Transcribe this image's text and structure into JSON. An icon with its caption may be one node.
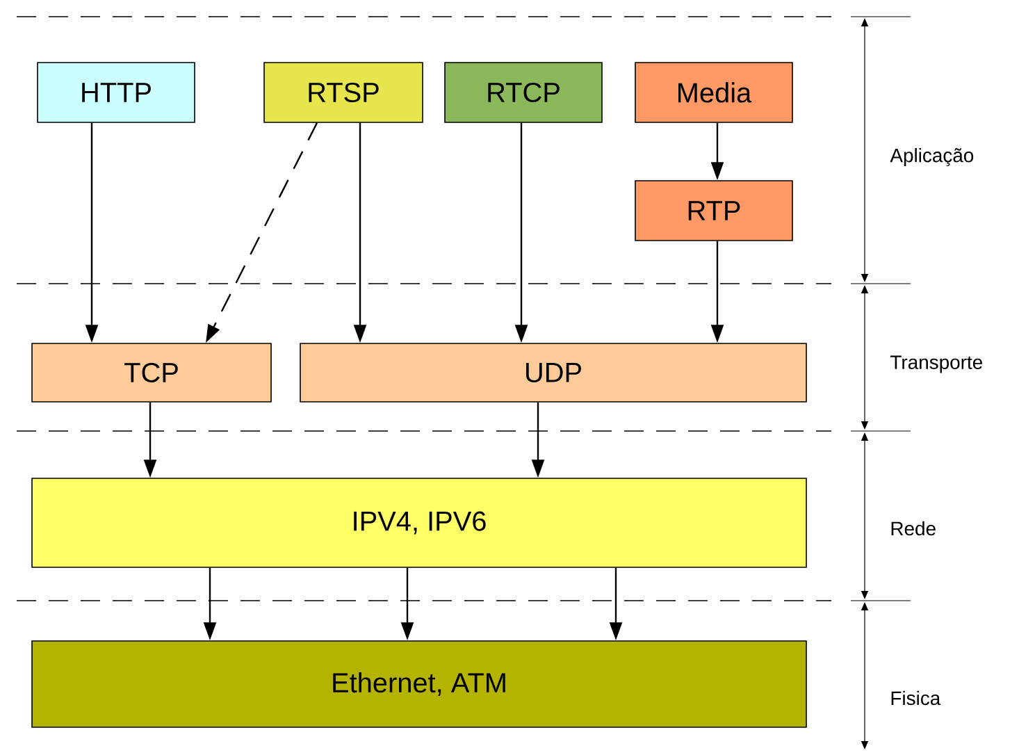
{
  "diagram": {
    "nodes": [
      {
        "text": [
          "HTTP"
        ]
      },
      {
        "text": [
          "RTSP"
        ]
      },
      {
        "text": [
          "RTCP"
        ]
      },
      {
        "text": [
          "Media"
        ]
      },
      {
        "text": [
          "RTP"
        ]
      },
      {
        "text": [
          "TCP"
        ]
      },
      {
        "text": [
          "UDP"
        ]
      },
      {
        "text": [
          "IPV4, IPV6"
        ]
      },
      {
        "text": [
          "Ethernet, ATM"
        ]
      }
    ],
    "edges": [
      {
        "from": 0,
        "to": 5,
        "arrow": "to"
      },
      {
        "from": 1,
        "to": 5,
        "arrow": "to",
        "style": "dashed"
      },
      {
        "from": 1,
        "to": 6,
        "arrow": "to"
      },
      {
        "from": 2,
        "to": 6,
        "arrow": "to"
      },
      {
        "from": 3,
        "to": 4,
        "arrow": "to"
      },
      {
        "from": 4,
        "to": 6,
        "arrow": "to"
      },
      {
        "from": 5,
        "to": 7,
        "arrow": "to"
      },
      {
        "from": 6,
        "to": 7,
        "arrow": "to"
      },
      {
        "from": 7,
        "to": 8,
        "arrow": "to"
      },
      {
        "from": 7,
        "to": 8,
        "arrow": "to"
      },
      {
        "from": 7,
        "to": 8,
        "arrow": "to"
      }
    ],
    "labels": [
      "Aplicação",
      "Transporte",
      "Rede",
      "Fisica"
    ]
  }
}
